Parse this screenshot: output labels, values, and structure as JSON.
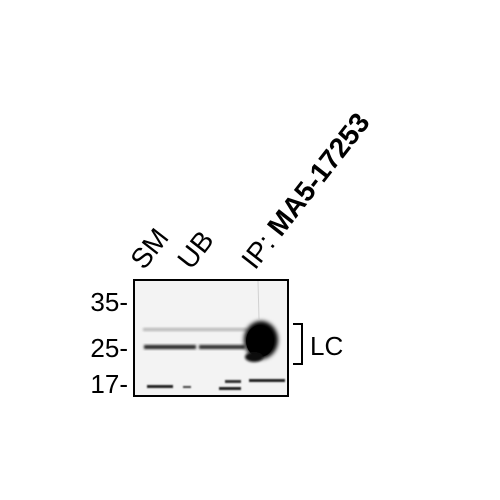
{
  "lanes": {
    "sm": "SM",
    "ub": "UB",
    "ip_prefix": "IP: ",
    "ip_antibody": "MA5-17253"
  },
  "markers": {
    "mw35": "35-",
    "mw25": "25-",
    "mw17": "17-"
  },
  "annotation": {
    "lc": "LC"
  },
  "colors": {
    "background": "#ffffff",
    "ink": "#000000",
    "membrane": "#f4f4f4"
  }
}
